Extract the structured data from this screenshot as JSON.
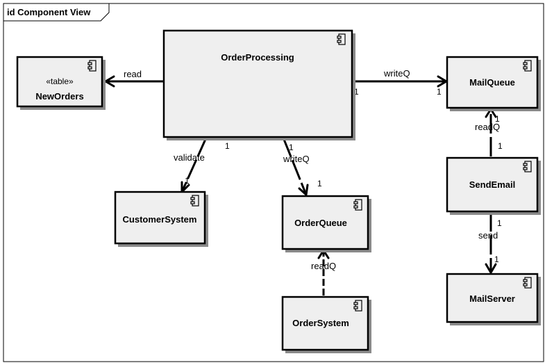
{
  "frame": {
    "label": "id Component View"
  },
  "components": {
    "order_processing": {
      "name": "OrderProcessing",
      "icon": "component-icon"
    },
    "new_orders": {
      "name": "NewOrders",
      "stereotype": "«table»",
      "icon": "component-icon"
    },
    "mail_queue": {
      "name": "MailQueue",
      "icon": "component-icon"
    },
    "send_email": {
      "name": "SendEmail",
      "icon": "component-icon"
    },
    "mail_server": {
      "name": "MailServer",
      "icon": "component-icon"
    },
    "customer_system": {
      "name": "CustomerSystem",
      "icon": "component-icon"
    },
    "order_queue": {
      "name": "OrderQueue",
      "icon": "component-icon"
    },
    "order_system": {
      "name": "OrderSystem",
      "icon": "component-icon"
    }
  },
  "connectors": {
    "read": {
      "label": "read"
    },
    "write_q_mail": {
      "label": "writeQ",
      "source_mult": "1",
      "target_mult": "1"
    },
    "validate": {
      "label": "validate",
      "source_mult": "1",
      "target_mult": "1"
    },
    "write_q_order": {
      "label": "writeQ",
      "source_mult": "1",
      "target_mult": "1"
    },
    "read_q_mail": {
      "label": "readQ",
      "source_mult": "1",
      "target_mult": "1"
    },
    "send": {
      "label": "send",
      "source_mult": "1",
      "target_mult": "1"
    },
    "read_q_order": {
      "label": "readQ"
    }
  }
}
